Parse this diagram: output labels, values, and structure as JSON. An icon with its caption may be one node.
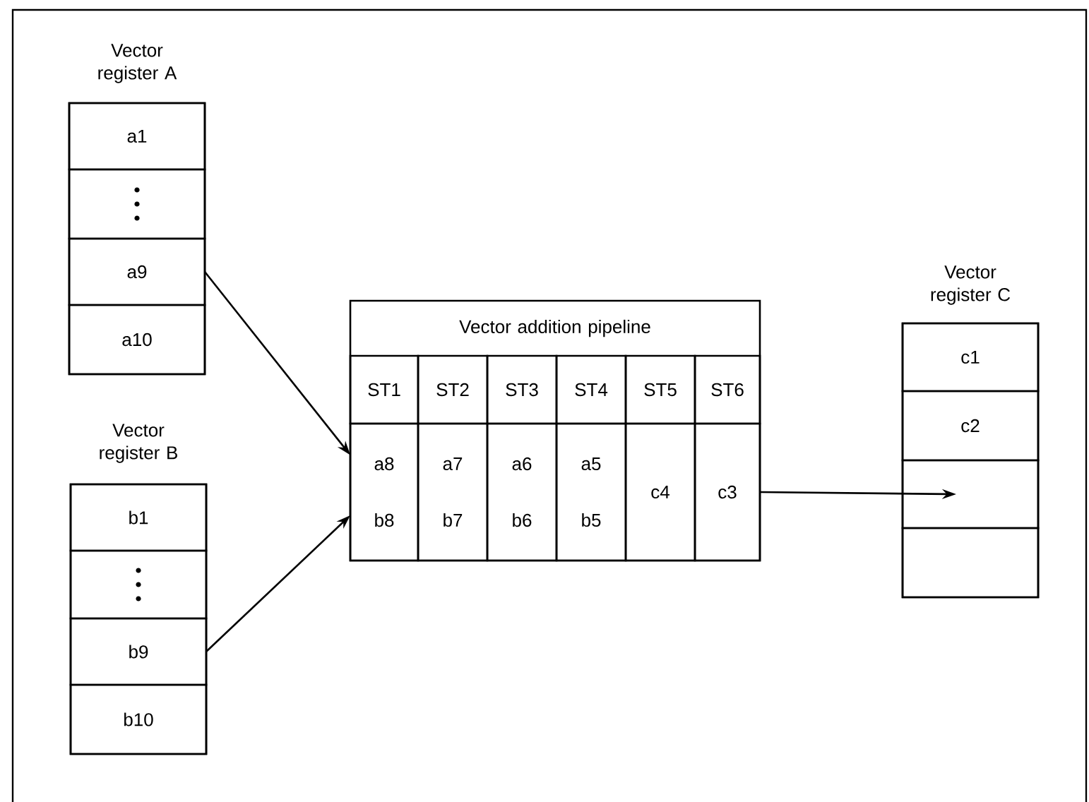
{
  "diagram": {
    "nodes": [
      {
        "text": [
          "Vector register A"
        ]
      },
      {
        "text": [
          "a1"
        ],
        "in": 0
      },
      {
        "text": [],
        "shape": "box",
        "in": 0
      },
      {
        "text": [
          "a9"
        ],
        "in": 0
      },
      {
        "text": [
          "a10"
        ],
        "in": 0
      },
      {
        "text": [
          "Vector register B"
        ]
      },
      {
        "text": [
          "b1"
        ],
        "in": 5
      },
      {
        "text": [],
        "shape": "box",
        "in": 5
      },
      {
        "text": [
          "b9"
        ],
        "in": 5
      },
      {
        "text": [
          "b10"
        ],
        "in": 5
      },
      {
        "text": [
          "Vector addition pipeline"
        ]
      },
      {
        "text": [
          "ST1"
        ],
        "in": 10
      },
      {
        "text": [
          "ST2"
        ],
        "in": 10
      },
      {
        "text": [
          "ST3"
        ],
        "in": 10
      },
      {
        "text": [
          "ST4"
        ],
        "in": 10
      },
      {
        "text": [
          "ST5"
        ],
        "in": 10
      },
      {
        "text": [
          "ST6"
        ],
        "in": 10
      },
      {
        "text": [
          "a8",
          "b8"
        ],
        "in": 10
      },
      {
        "text": [
          "a7",
          "b7"
        ],
        "in": 10
      },
      {
        "text": [
          "a6",
          "b6"
        ],
        "in": 10
      },
      {
        "text": [
          "a5",
          "b5"
        ],
        "in": 10
      },
      {
        "text": [
          "c4"
        ],
        "in": 10
      },
      {
        "text": [
          "c3"
        ],
        "in": 10
      },
      {
        "text": [
          "Vector register C"
        ]
      },
      {
        "text": [
          "c1"
        ],
        "in": 23
      },
      {
        "text": [
          "c2"
        ],
        "in": 23
      },
      {
        "text": [],
        "shape": "box",
        "in": 23
      },
      {
        "text": [],
        "shape": "box",
        "in": 23
      }
    ],
    "edges": [
      {
        "from": 3,
        "to": 17,
        "arrow": "to"
      },
      {
        "from": 8,
        "to": 17,
        "arrow": "to"
      },
      {
        "from": 22,
        "to": 26,
        "arrow": "to"
      }
    ]
  }
}
